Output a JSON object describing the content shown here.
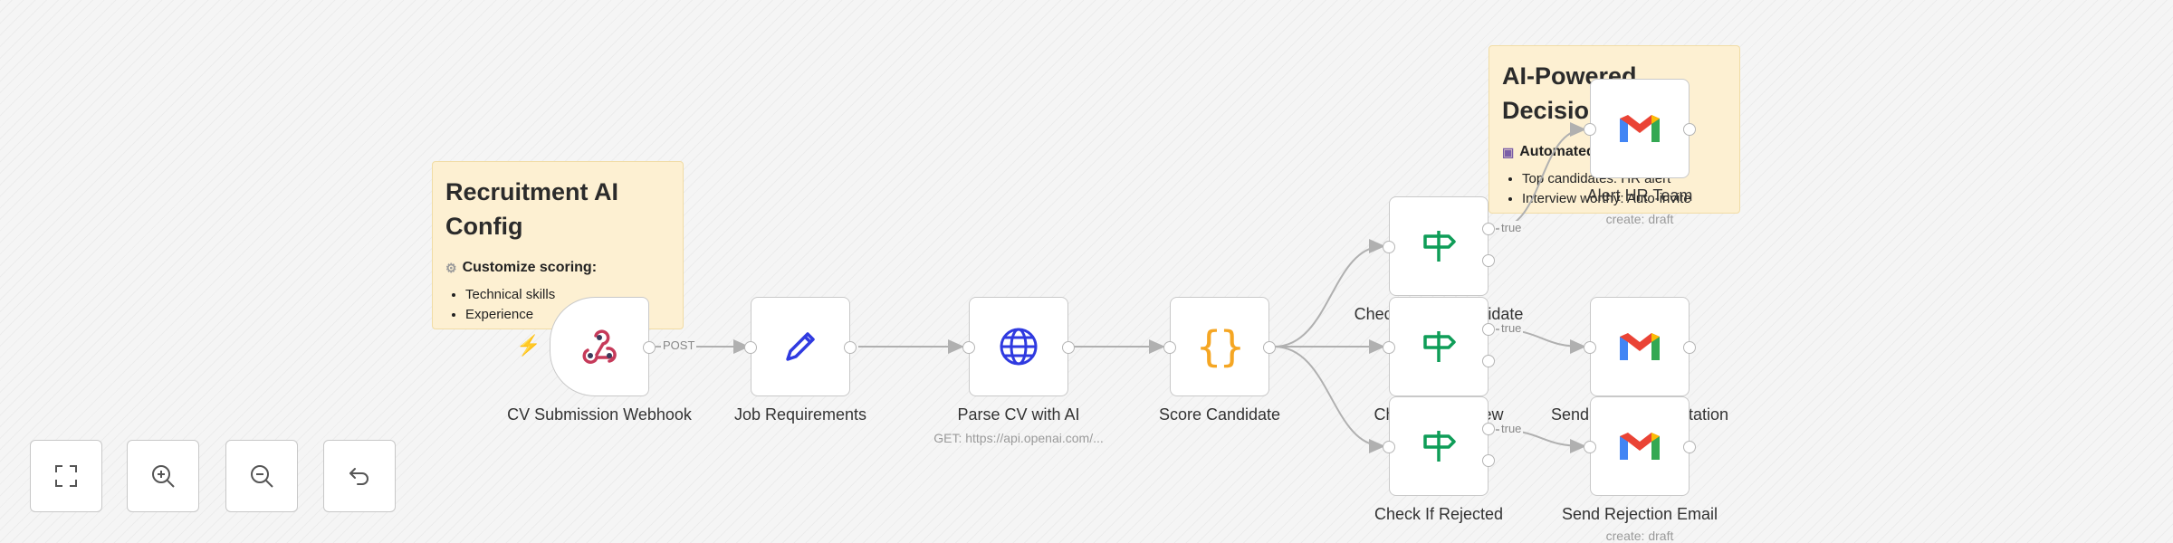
{
  "stickies": [
    {
      "title": "Recruitment AI Config",
      "subheading": "Customize scoring:",
      "bullets": [
        "Technical skills",
        "Experience"
      ]
    },
    {
      "title": "AI-Powered Decision",
      "subheading": "Automated:",
      "bullets": [
        "Top candidates: HR alert",
        "Interview worthy: Auto-invite"
      ]
    }
  ],
  "nodes": {
    "webhook": {
      "label": "CV Submission Webhook",
      "icon": "webhook-icon"
    },
    "job_requirements": {
      "label": "Job Requirements",
      "icon": "pencil-icon"
    },
    "parse_cv": {
      "label": "Parse CV with AI",
      "sublabel": "GET: https://api.openai.com/...",
      "icon": "globe-icon"
    },
    "score": {
      "label": "Score Candidate",
      "icon": "code-braces-icon"
    },
    "check_top": {
      "label": "Check If Top Candidate",
      "icon": "signpost-icon"
    },
    "check_interview": {
      "label": "Check If Interview",
      "icon": "signpost-icon"
    },
    "check_rejected": {
      "label": "Check If Rejected",
      "icon": "signpost-icon"
    },
    "alert_hr": {
      "label": "Alert HR Team",
      "sublabel": "create: draft",
      "icon": "gmail-icon"
    },
    "send_invite": {
      "label": "Send Interview Invitation",
      "icon": "gmail-icon"
    },
    "send_reject": {
      "label": "Send Rejection Email",
      "sublabel": "create: draft",
      "icon": "gmail-icon"
    }
  },
  "edge_labels": {
    "post": "POST",
    "true1": "true",
    "true2": "true",
    "true3": "true"
  },
  "controls": [
    {
      "name": "fit-view",
      "icon": "fullscreen-icon"
    },
    {
      "name": "zoom-in",
      "icon": "zoom-in-icon"
    },
    {
      "name": "zoom-out",
      "icon": "zoom-out-icon"
    },
    {
      "name": "undo",
      "icon": "undo-icon"
    }
  ],
  "colors": {
    "accent": "#ff5b47",
    "gmail_red": "#ea4335",
    "gmail_blue": "#4285f4",
    "gmail_green": "#34a853",
    "gmail_yellow": "#fbbc05",
    "code_orange": "#f5a623",
    "signpost_green": "#0f9d58",
    "globe_blue": "#2f3ae0",
    "trigger_red": "#ff5b47"
  }
}
